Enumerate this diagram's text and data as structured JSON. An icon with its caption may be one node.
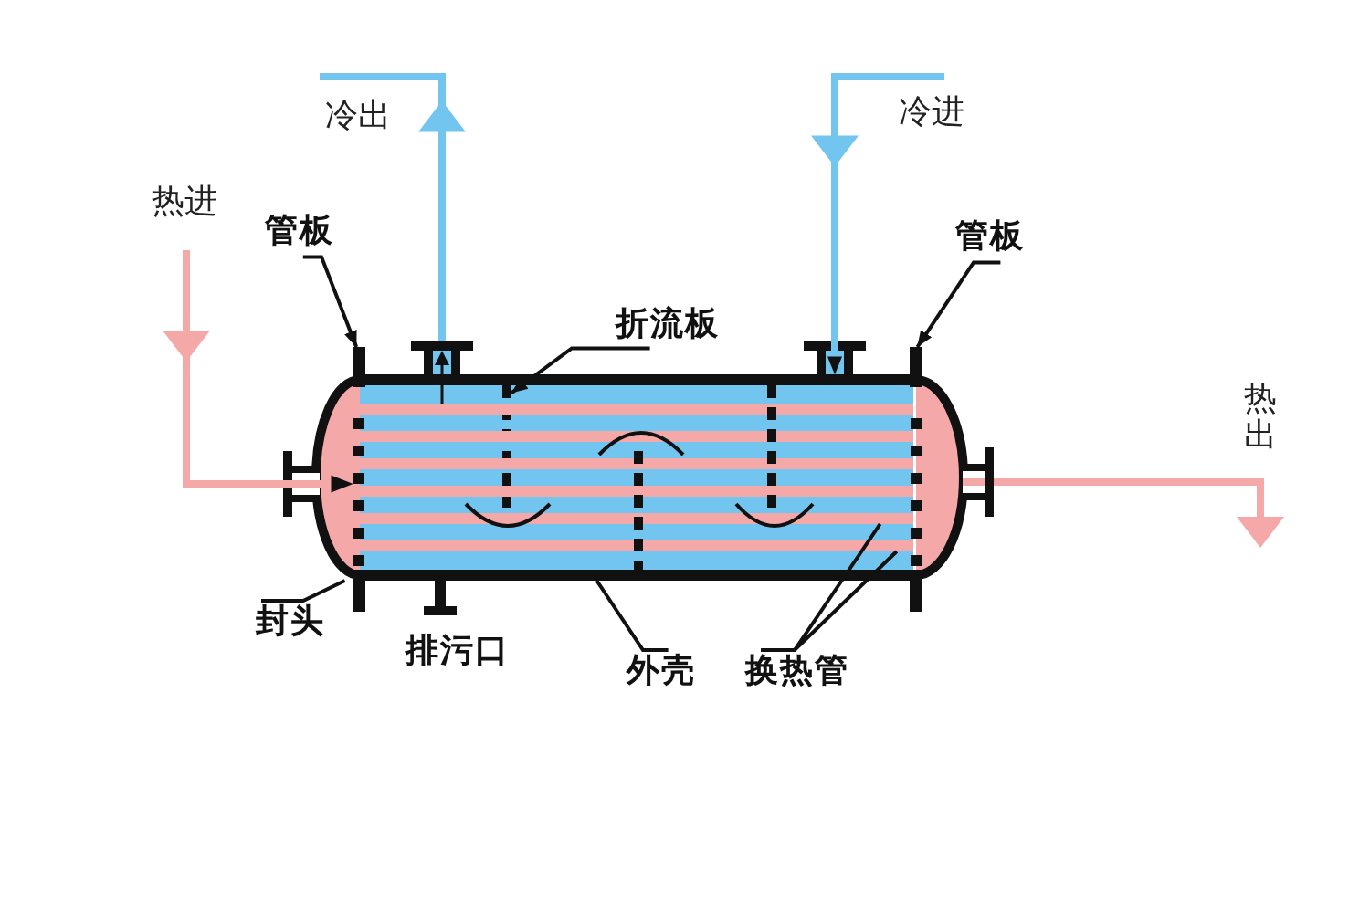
{
  "diagram": {
    "nodes": [
      {
        "text": [
          "管板"
        ]
      },
      {
        "text": [
          "管板"
        ]
      },
      {
        "text": [
          "折流板"
        ]
      },
      {
        "text": [],
        "shape": "pipe"
      },
      {
        "text": [],
        "shape": "pipe"
      },
      {
        "text": [],
        "shape": "bar"
      },
      {
        "text": [],
        "shape": "bar"
      },
      {
        "text": [],
        "shape": "box"
      },
      {
        "text": [],
        "shape": "line",
        "in": 7
      },
      {
        "text": [],
        "shape": "bar",
        "in": 7
      },
      {
        "text": [],
        "shape": "bar",
        "in": 7
      },
      {
        "text": [],
        "shape": "dome"
      },
      {
        "text": [],
        "shape": "dome"
      },
      {
        "text": [],
        "shape": "pipe"
      },
      {
        "text": [],
        "shape": "pipe"
      },
      {
        "text": [
          "封头"
        ]
      },
      {
        "text": [
          "外壳"
        ]
      },
      {
        "text": [
          "换热管"
        ]
      }
    ],
    "edges": [
      {
        "from": null,
        "to": 5,
        "arrow": "to",
        "label": "热进",
        "style": "thick",
        "color": "#f4a8a8"
      },
      {
        "from": 3,
        "to": null,
        "arrow": "to",
        "label": "冷出",
        "style": "thick",
        "color": "#72c5ee"
      },
      {
        "from": null,
        "to": 7,
        "arrow": "to",
        "label": "冷进",
        "style": "thick",
        "color": "#72c5ee"
      },
      {
        "from": 14,
        "to": null,
        "arrow": "to",
        "label": "热出",
        "style": "thick",
        "color": "#f4a8a8"
      },
      {
        "from": 0,
        "to": 5,
        "arrow": "to"
      },
      {
        "from": 1,
        "to": 6,
        "arrow": "to"
      },
      {
        "from": 2,
        "to": 8,
        "arrow": "to"
      },
      {
        "from": 15,
        "to": 11,
        "arrow": "none"
      },
      {
        "from": 16,
        "to": 7,
        "arrow": "none"
      },
      {
        "from": 17,
        "to": 9,
        "arrow": "none"
      },
      {
        "from": 17,
        "to": 10,
        "arrow": "none"
      }
    ],
    "labels": [
      "排污口"
    ]
  }
}
